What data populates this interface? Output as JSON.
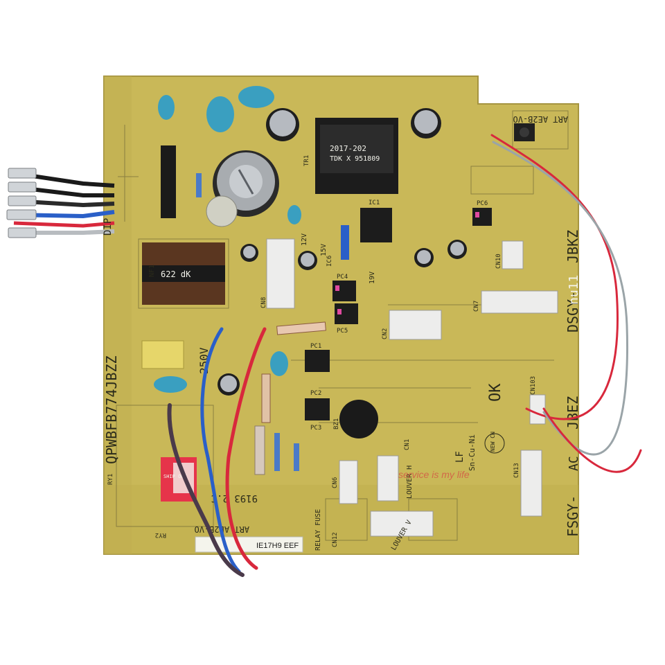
{
  "board": {
    "model_code": "QPWBFB774JBZZ",
    "part_left": "DSGY-",
    "part_left_suffix": "JBKZ",
    "part_mid": "nu11",
    "part_right": "FSGY-",
    "part_right_suffix": "JBEZ",
    "part_ac": "AC",
    "art_code": "ART AE2B-VO",
    "art_code_top": "ART AE2B-VO",
    "date_code": "9193 2.C",
    "lot_label": "IE17H9 EEF",
    "voltage": "250V",
    "dip": "DIP",
    "relay_fuse": "RELAY FUSE",
    "louver_h": "LOUVER H",
    "louver_v": "LOUVER V",
    "ok_mark": "OK",
    "lf_mark": "LF",
    "sn_mark": "Sn-Cu-Ni",
    "new_cn": "NEW CN",
    "ship_out": "SHIP OUT",
    "nf1": "NF1",
    "transformer": "2017-202",
    "transformer_2": "TDK X 951809",
    "choke": "622 dK",
    "volt_15": "15V",
    "volt_19": "19V",
    "volt_12": "12V",
    "watermark": "service is my life"
  },
  "components": {
    "connectors": [
      "CN8",
      "CN2",
      "CN7",
      "CN10",
      "CN6",
      "CN12",
      "CN13",
      "CN1",
      "CN103"
    ],
    "ics": [
      "IC1",
      "IC6",
      "PC1",
      "PC2",
      "PC3",
      "PC4",
      "PC5",
      "PC6"
    ],
    "relays": [
      "RY1",
      "RY2"
    ],
    "buzzer": "BZ1",
    "transformer_ref": "TR1"
  },
  "colors": {
    "pcb": "#c9b858",
    "pcb_dark": "#b8a647",
    "silkscreen": "#2a2a1a",
    "wire_red": "#d8283c",
    "wire_blue": "#2a5fc8",
    "wire_gray": "#9aa4a8",
    "capacitor_blue": "#3a9fc0"
  }
}
